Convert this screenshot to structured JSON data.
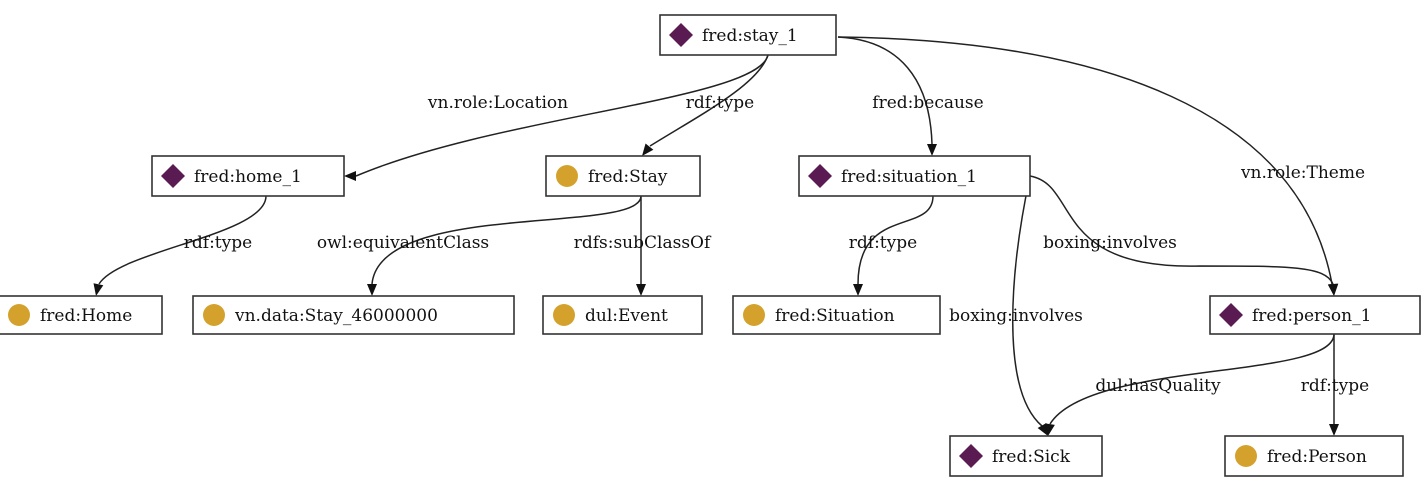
{
  "colors": {
    "instance": "#5a1a52",
    "class": "#d4a22c",
    "edge": "#222222"
  },
  "icons": {
    "instance": "diamond-icon",
    "class": "circle-icon"
  },
  "nodes": [
    {
      "id": "stay_1",
      "label": "fred:stay_1",
      "kind": "instance"
    },
    {
      "id": "home_1",
      "label": "fred:home_1",
      "kind": "instance"
    },
    {
      "id": "Stay",
      "label": "fred:Stay",
      "kind": "class"
    },
    {
      "id": "situation_1",
      "label": "fred:situation_1",
      "kind": "instance"
    },
    {
      "id": "Home",
      "label": "fred:Home",
      "kind": "class"
    },
    {
      "id": "Stay_46000000",
      "label": "vn.data:Stay_46000000",
      "kind": "class"
    },
    {
      "id": "Event",
      "label": "dul:Event",
      "kind": "class"
    },
    {
      "id": "Situation",
      "label": "fred:Situation",
      "kind": "class"
    },
    {
      "id": "person_1",
      "label": "fred:person_1",
      "kind": "instance"
    },
    {
      "id": "Sick",
      "label": "fred:Sick",
      "kind": "instance"
    },
    {
      "id": "Person",
      "label": "fred:Person",
      "kind": "class"
    }
  ],
  "edges": [
    {
      "from": "stay_1",
      "to": "home_1",
      "label": "vn.role:Location"
    },
    {
      "from": "stay_1",
      "to": "Stay",
      "label": "rdf:type"
    },
    {
      "from": "stay_1",
      "to": "situation_1",
      "label": "fred:because"
    },
    {
      "from": "stay_1",
      "to": "person_1",
      "label": "vn.role:Theme"
    },
    {
      "from": "home_1",
      "to": "Home",
      "label": "rdf:type"
    },
    {
      "from": "Stay",
      "to": "Stay_46000000",
      "label": "owl:equivalentClass"
    },
    {
      "from": "Stay",
      "to": "Event",
      "label": "rdfs:subClassOf"
    },
    {
      "from": "situation_1",
      "to": "Situation",
      "label": "rdf:type"
    },
    {
      "from": "situation_1",
      "to": "person_1",
      "label": "boxing:involves"
    },
    {
      "from": "situation_1",
      "to": "Sick",
      "label": "boxing:involves"
    },
    {
      "from": "person_1",
      "to": "Sick",
      "label": "dul:hasQuality"
    },
    {
      "from": "person_1",
      "to": "Person",
      "label": "rdf:type"
    }
  ]
}
